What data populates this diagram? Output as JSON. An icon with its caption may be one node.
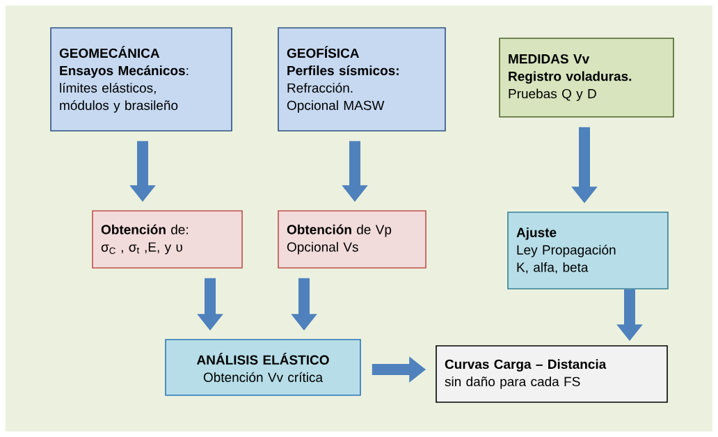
{
  "diagram": {
    "nodes": [
      {
        "text": [
          "GEOMECÁNICA",
          "**Ensayos Mecánicos**:",
          "límites elásticos,",
          "módulos y brasileño"
        ]
      },
      {
        "text": [
          "GEOFÍSICA",
          "Perfiles sísmicos:",
          "Refracción.",
          "Opcional MASW"
        ]
      },
      {
        "text": [
          "MEDIDAS Vv",
          "Registro voladuras.",
          "Pruebas Q y D"
        ]
      },
      {
        "text": [
          "**Obtención** de:",
          "σ$_{C}$ , σ$_{t}$ ,E, y υ"
        ]
      },
      {
        "text": [
          "**Obtención** de Vp",
          "Opcional Vs"
        ]
      },
      {
        "text": [
          "Ajuste",
          "Ley Propagación",
          "K, alfa, beta"
        ]
      },
      {
        "text": [
          "ANÁLISIS ELÁSTICO",
          "Obtención Vv crítica"
        ]
      },
      {
        "text": [
          "Curvas Carga – Distancia",
          "sin daño para cada FS"
        ]
      }
    ],
    "edges": [
      {
        "from": 0,
        "to": 3,
        "arrow": "to"
      },
      {
        "from": 1,
        "to": 4,
        "arrow": "to"
      },
      {
        "from": 2,
        "to": 5,
        "arrow": "to"
      },
      {
        "from": 3,
        "to": 6,
        "arrow": "to"
      },
      {
        "from": 4,
        "to": 6,
        "arrow": "to"
      },
      {
        "from": 5,
        "to": 7,
        "arrow": "to"
      },
      {
        "from": 6,
        "to": 7,
        "arrow": "to"
      }
    ]
  }
}
